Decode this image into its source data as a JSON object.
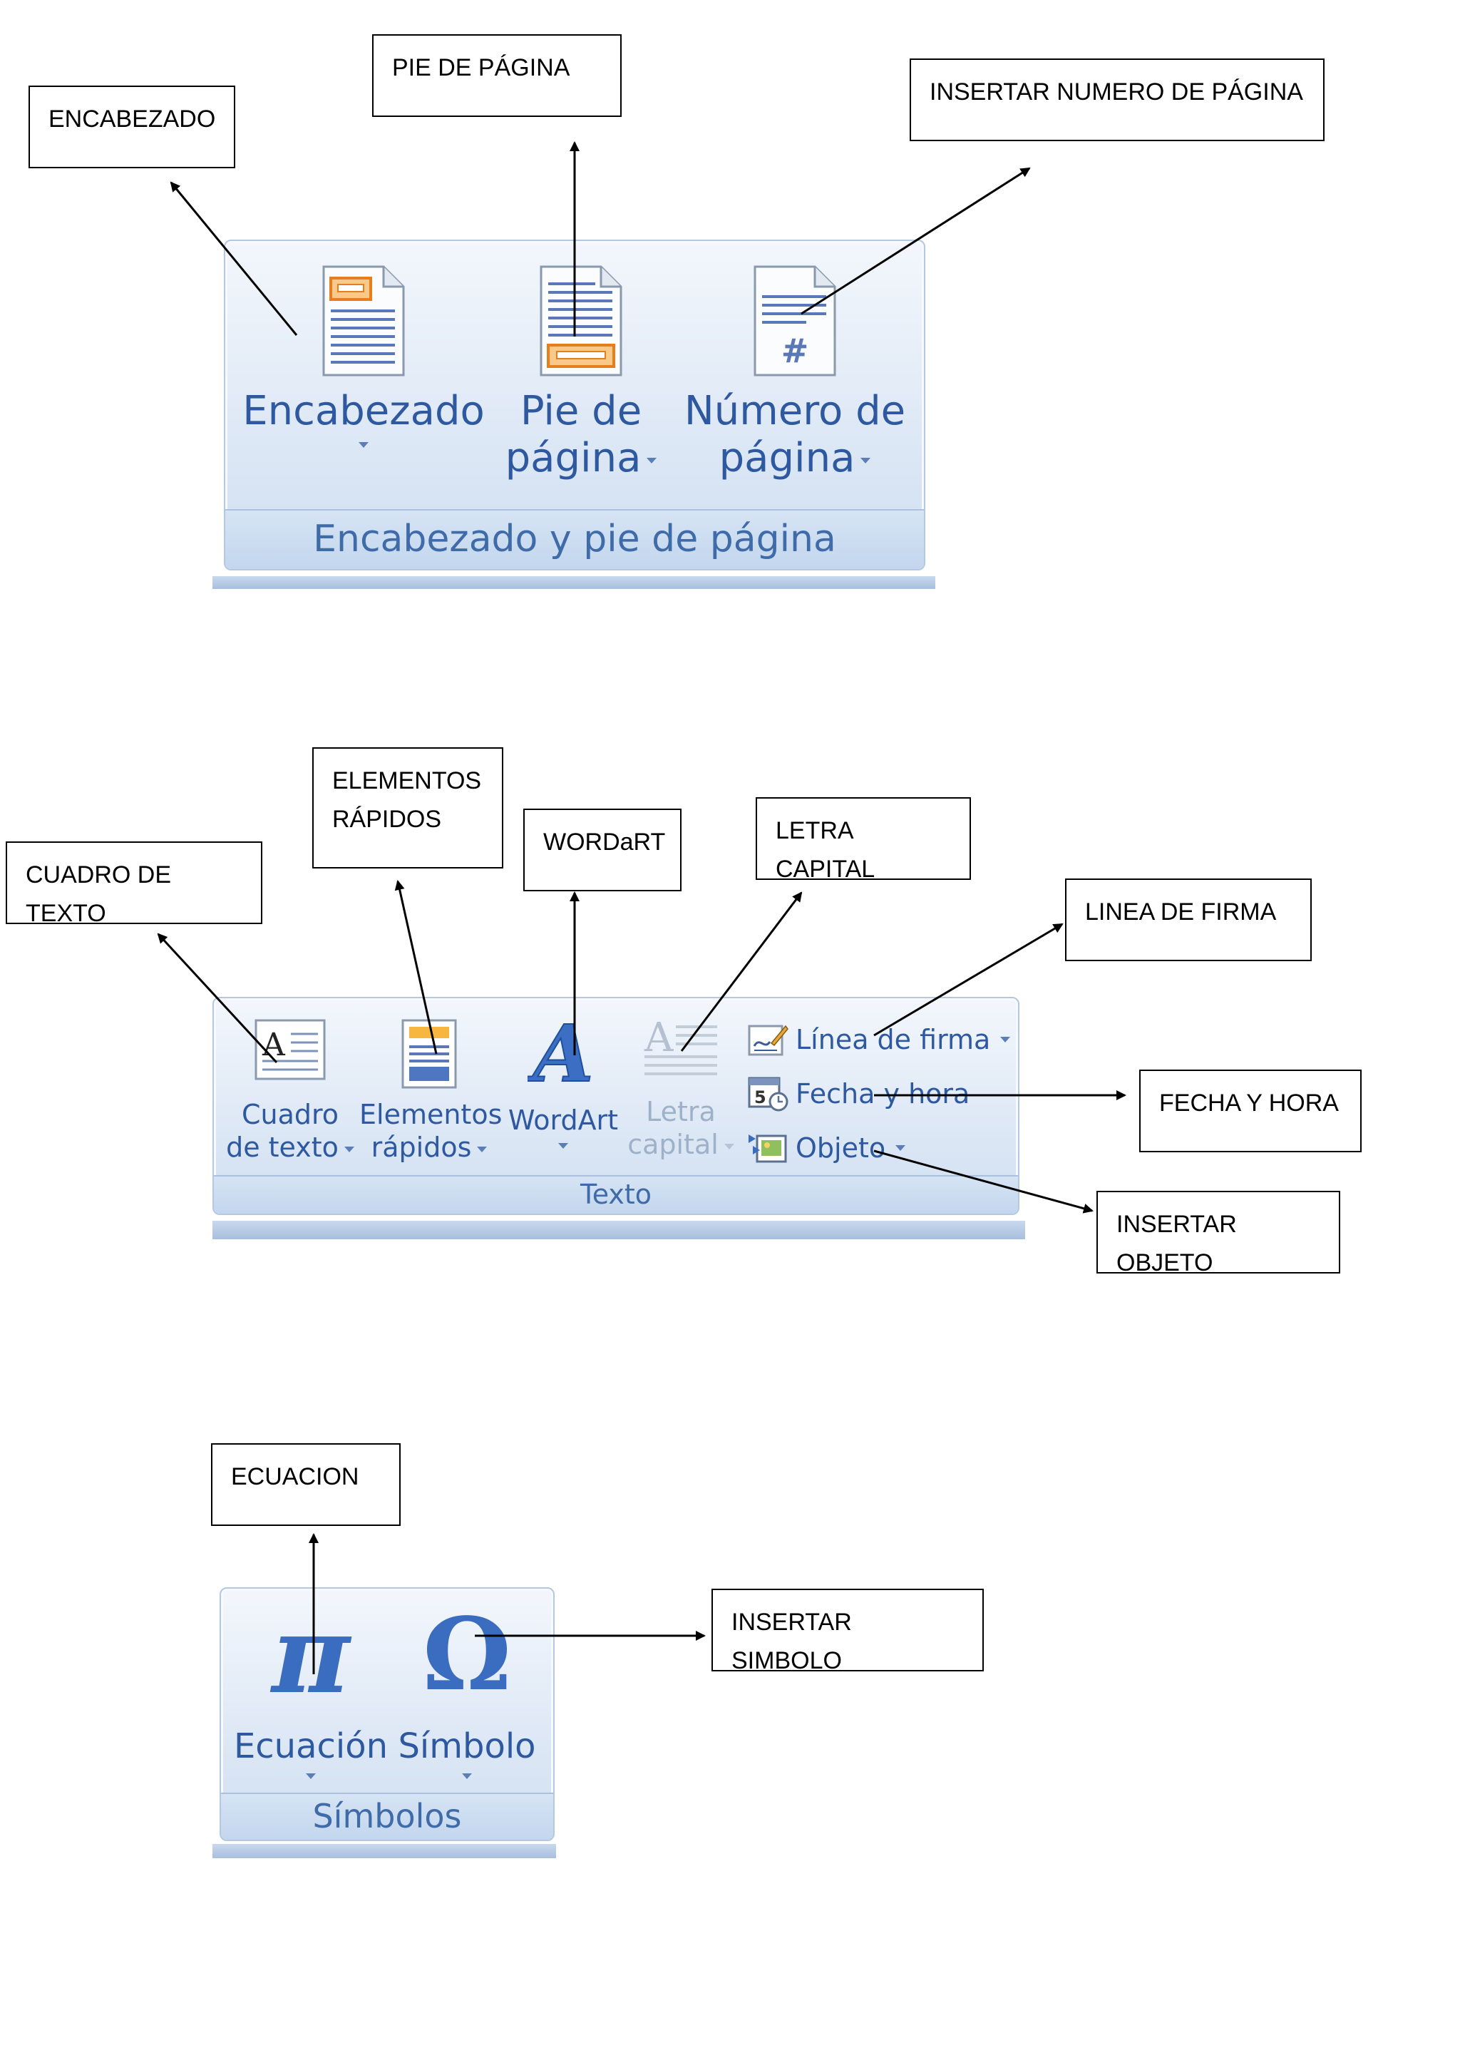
{
  "callouts": {
    "encabezado": "ENCABEZADO",
    "pie_pagina": "PIE DE PÁGINA",
    "numero_pagina": "INSERTAR NUMERO DE PÁGINA",
    "cuadro_texto": "CUADRO DE TEXTO",
    "elementos_rapidos": "ELEMENTOS\nRÁPIDOS",
    "wordart": "WORDaRT",
    "letra_capital": "LETRA CAPITAL",
    "linea_firma": "LINEA DE FIRMA",
    "fecha_hora": "FECHA Y HORA",
    "insertar_objeto": "INSERTAR OBJETO",
    "ecuacion": "ECUACION",
    "insertar_simbolo": "INSERTAR SIMBOLO"
  },
  "group1": {
    "title": "Encabezado y pie de página",
    "encabezado": {
      "line1": "Encabezado",
      "icon": "header-page-icon"
    },
    "pie": {
      "line1": "Pie de",
      "line2": "página",
      "icon": "footer-page-icon"
    },
    "numero": {
      "line1": "Número de",
      "line2": "página",
      "icon": "page-number-icon"
    }
  },
  "group2": {
    "title": "Texto",
    "cuadro": {
      "line1": "Cuadro",
      "line2": "de texto"
    },
    "elementos": {
      "line1": "Elementos",
      "line2": "rápidos"
    },
    "wordart": {
      "line1": "WordArt"
    },
    "letra": {
      "line1": "Letra",
      "line2": "capital"
    },
    "linea_firma": "Línea de firma",
    "fecha_hora": "Fecha y hora",
    "objeto": "Objeto"
  },
  "group3": {
    "title": "Símbolos",
    "ecuacion": {
      "line1": "Ecuación",
      "glyph": "π"
    },
    "simbolo": {
      "line1": "Símbolo",
      "glyph": "Ω"
    }
  },
  "colors": {
    "ribbon_text": "#2e59a0",
    "ribbon_bg": "#dfe9f6",
    "disabled_text": "#9fb1c9"
  }
}
